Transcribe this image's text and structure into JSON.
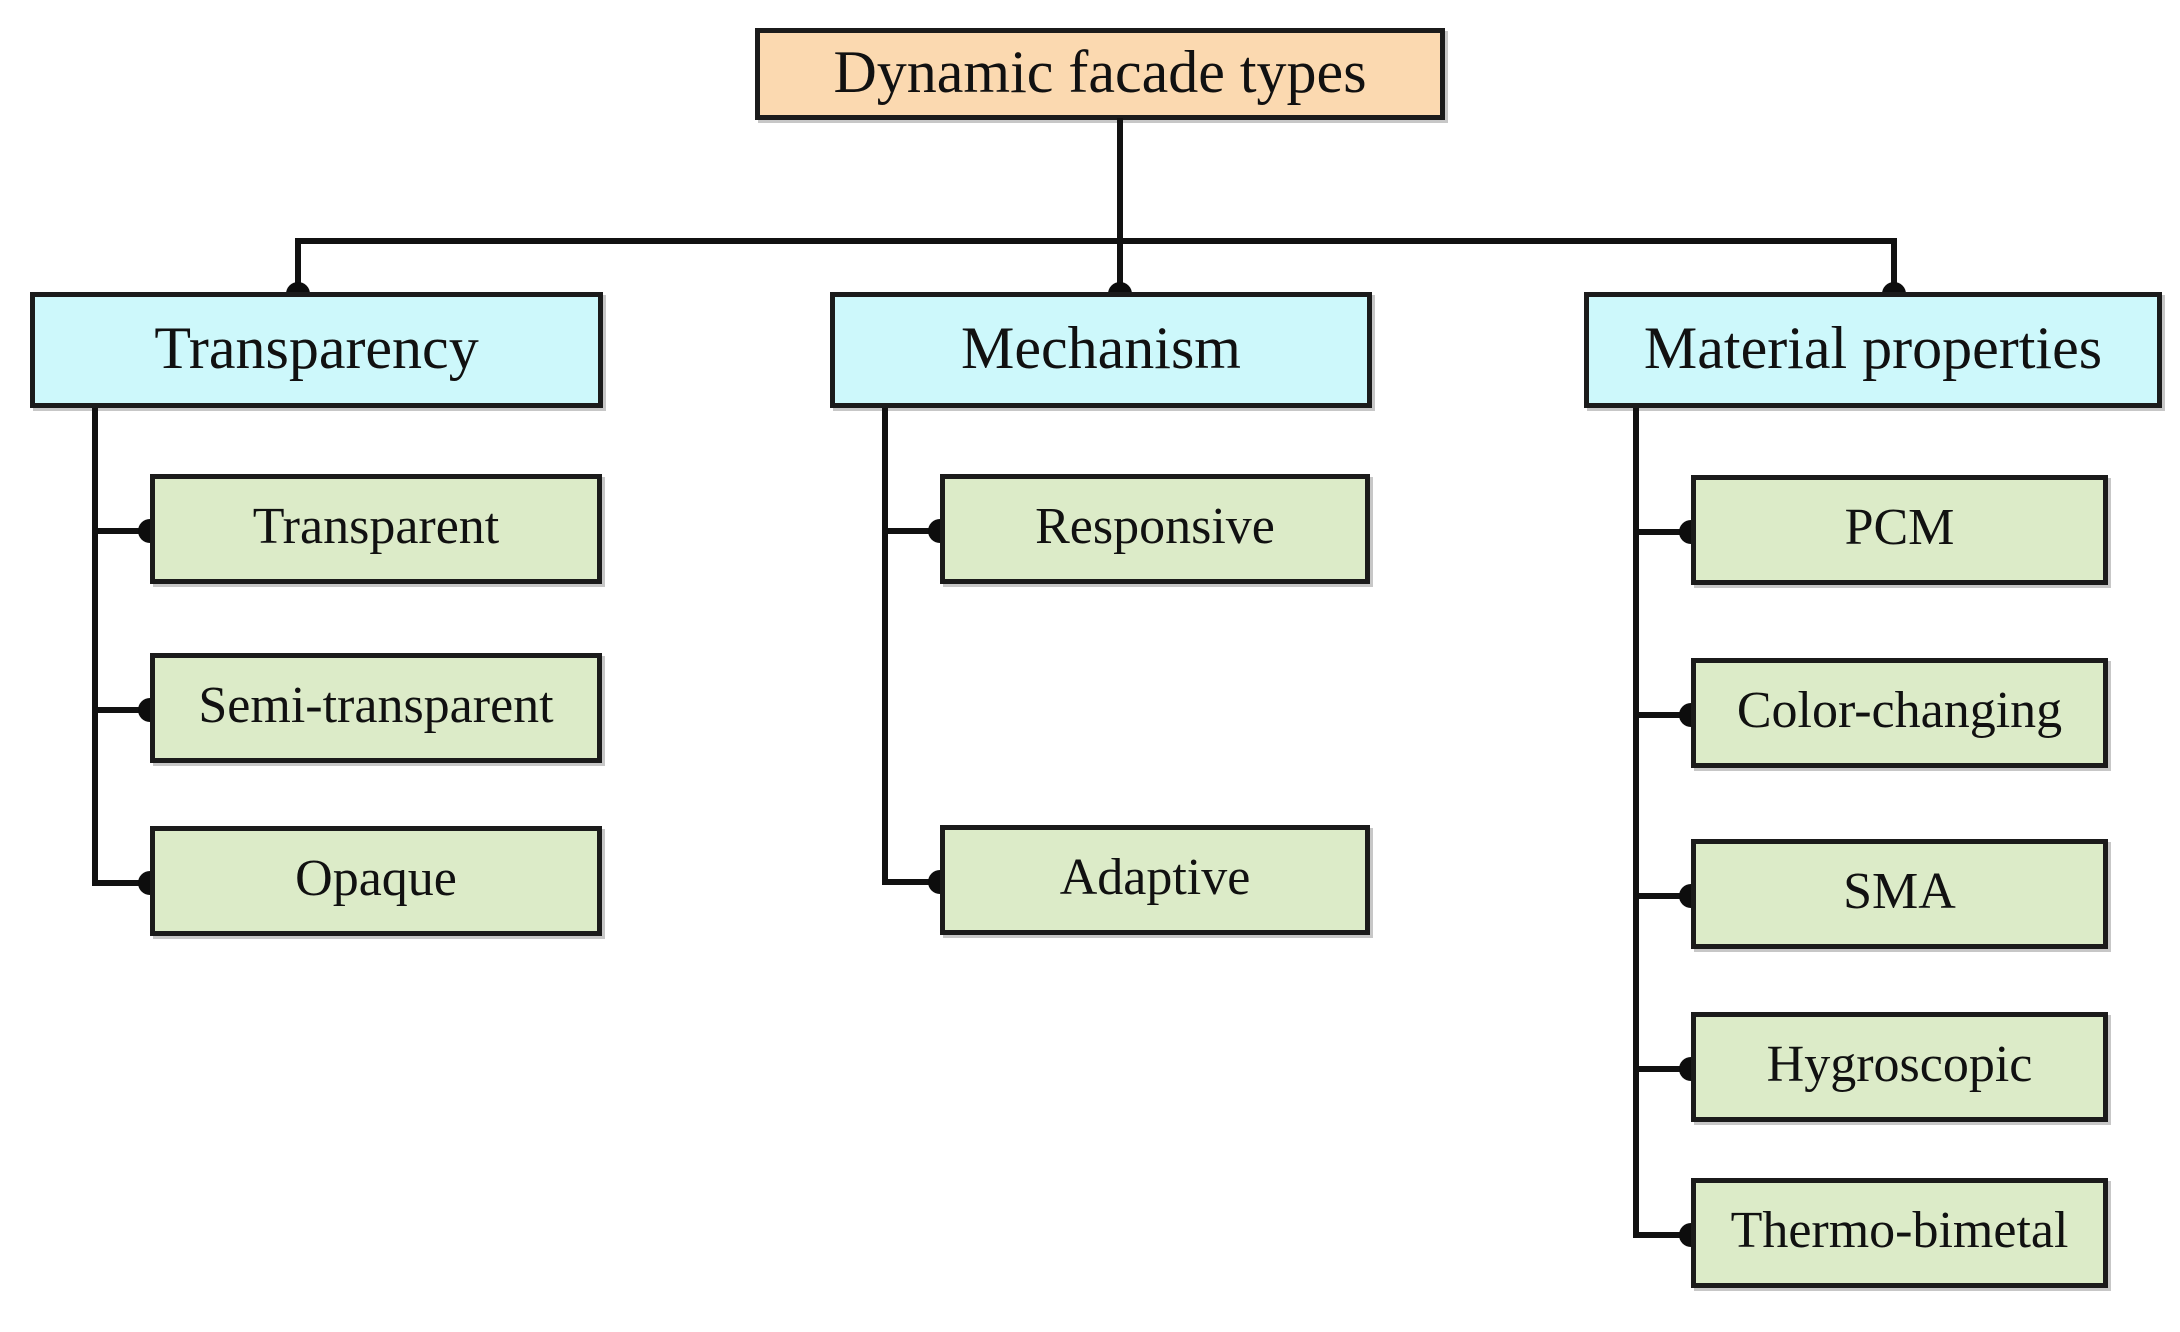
{
  "diagram": {
    "title": "Dynamic facade types",
    "type": "tree-hierarchy",
    "colors": {
      "root_fill": "#FBD9B0",
      "category_fill": "#CDF8FB",
      "leaf_fill": "#DCEBC8",
      "border": "#1B1B1B",
      "text": "#111111",
      "background": "#FFFFFF"
    },
    "root": {
      "label": "Dynamic facade types"
    },
    "branches": [
      {
        "label": "Transparency",
        "children": [
          {
            "label": "Transparent"
          },
          {
            "label": "Semi-transparent"
          },
          {
            "label": "Opaque"
          }
        ]
      },
      {
        "label": "Mechanism",
        "children": [
          {
            "label": "Responsive"
          },
          {
            "label": "Adaptive"
          }
        ]
      },
      {
        "label": "Material properties",
        "children": [
          {
            "label": "PCM"
          },
          {
            "label": "Color-changing"
          },
          {
            "label": "SMA"
          },
          {
            "label": "Hygroscopic"
          },
          {
            "label": "Thermo-bimetal"
          }
        ]
      }
    ]
  }
}
